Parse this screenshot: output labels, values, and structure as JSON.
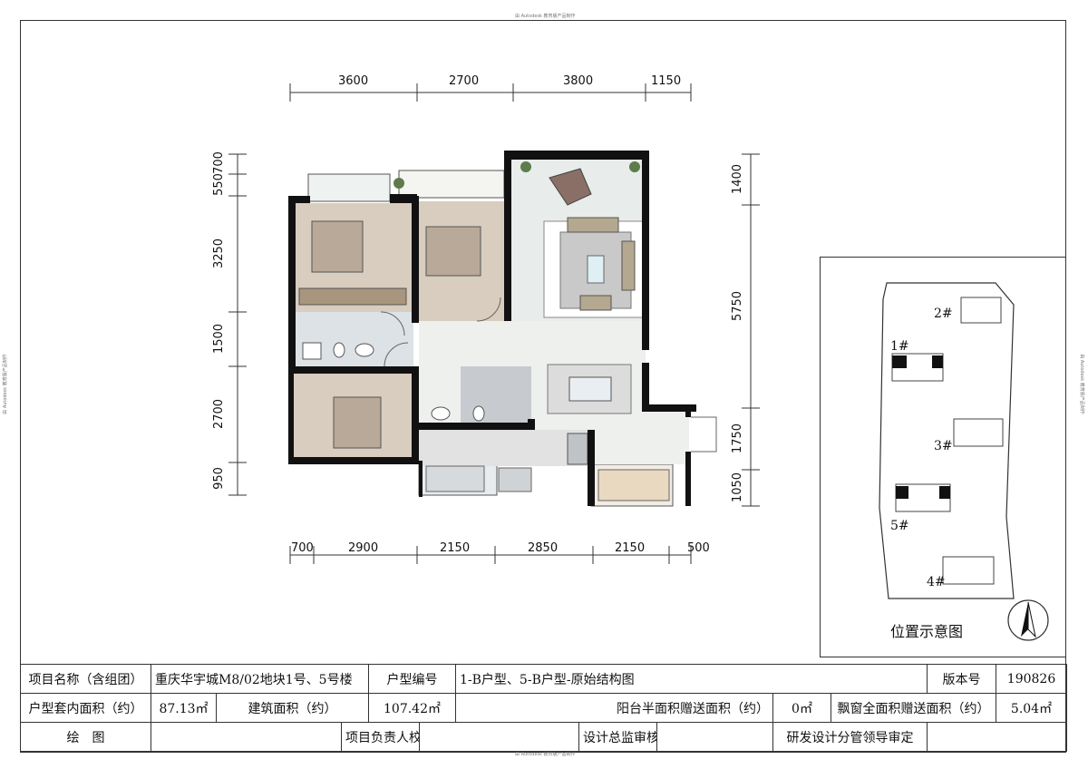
{
  "watermark": {
    "top": "由 Autodesk 教育版产品制作",
    "left": "由 Autodesk 教育版产品制作",
    "right": "由 Autodesk 教育版产品制作",
    "bottom": "由 Autodesk 教育版产品制作"
  },
  "dimensions": {
    "top": [
      "3600",
      "2700",
      "3800",
      "1150"
    ],
    "bottom": [
      "700",
      "2900",
      "2150",
      "2850",
      "2150",
      "500"
    ],
    "left": [
      "700",
      "550",
      "3250",
      "1500",
      "2700",
      "950"
    ],
    "right": [
      "1400",
      "5750",
      "1750",
      "1050"
    ]
  },
  "location_map": {
    "buildings": [
      "1#",
      "2#",
      "3#",
      "4#",
      "5#"
    ],
    "title": "位置示意图",
    "north_icon": "north-arrow-icon"
  },
  "info_table": {
    "project_name_label": "项目名称（含组团）",
    "project_name_value": "重庆华宇城M8/02地块1号、5号楼",
    "unit_code_label": "户型编号",
    "unit_code_value": "1-B户型、5-B户型-原始结构图",
    "version_label": "版本号",
    "version_value": "190826",
    "inner_area_label": "户型套内面积（约）",
    "inner_area_value": "87.13㎡",
    "building_area_label": "建筑面积（约）",
    "building_area_value": "107.42㎡",
    "balcony_label": "阳台半面积赠送面积（约）",
    "balcony_value": "0㎡",
    "bay_window_label": "飘窗全面积赠送面积（约）",
    "bay_window_value": "5.04㎡",
    "drawing_label": "绘　图",
    "checker_label": "项目负责人校对",
    "design_review_label": "设计总监审核",
    "rd_approval_label": "研发设计分管领导审定"
  }
}
